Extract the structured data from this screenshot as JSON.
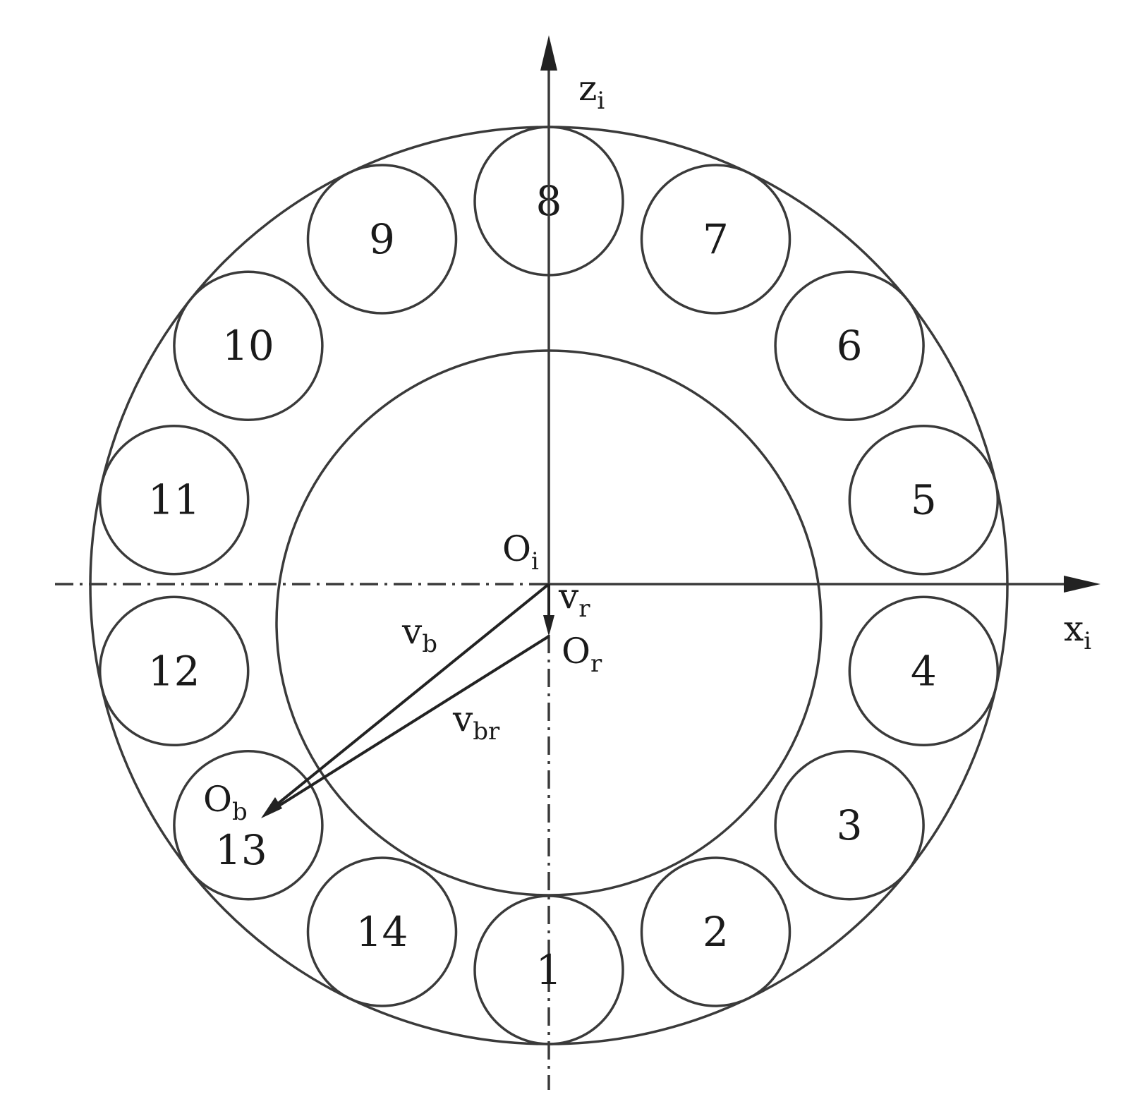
{
  "balls": [
    {
      "id": "1",
      "label": "1"
    },
    {
      "id": "2",
      "label": "2"
    },
    {
      "id": "3",
      "label": "3"
    },
    {
      "id": "4",
      "label": "4"
    },
    {
      "id": "5",
      "label": "5"
    },
    {
      "id": "6",
      "label": "6"
    },
    {
      "id": "7",
      "label": "7"
    },
    {
      "id": "8",
      "label": "8"
    },
    {
      "id": "9",
      "label": "9"
    },
    {
      "id": "10",
      "label": "10"
    },
    {
      "id": "11",
      "label": "11"
    },
    {
      "id": "12",
      "label": "12"
    },
    {
      "id": "13",
      "label": "13"
    },
    {
      "id": "14",
      "label": "14"
    }
  ],
  "labels": {
    "z_axis": {
      "main": "z",
      "sub": "i"
    },
    "x_axis": {
      "main": "x",
      "sub": "i"
    },
    "origin_inner": {
      "main": "O",
      "sub": "i"
    },
    "origin_ring": {
      "main": "O",
      "sub": "r"
    },
    "origin_ball": {
      "main": "O",
      "sub": "b"
    },
    "vector_r": {
      "main": "v",
      "sub": "r"
    },
    "vector_b": {
      "main": "v",
      "sub": "b"
    },
    "vector_br": {
      "main": "v",
      "sub": "br"
    }
  }
}
